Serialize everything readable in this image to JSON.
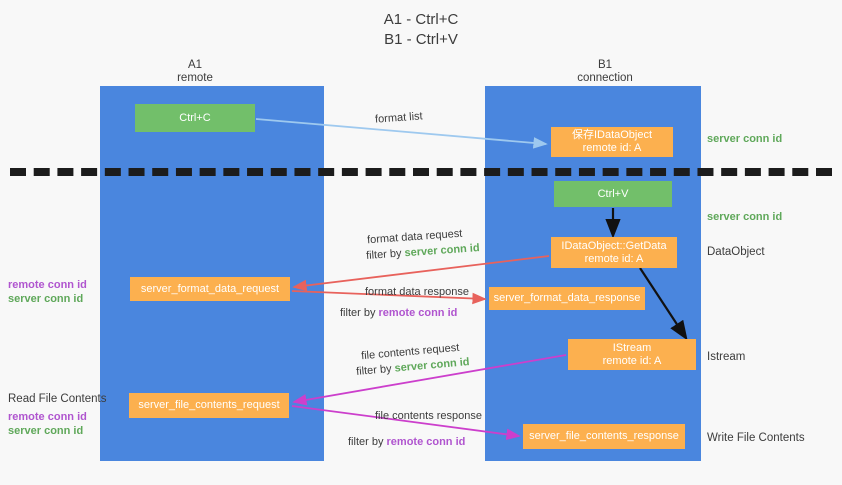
{
  "title": {
    "line1": "A1 - Ctrl+C",
    "line2": "B1 - Ctrl+V"
  },
  "columns": [
    {
      "id": "a1",
      "name": "A1",
      "role": "remote"
    },
    {
      "id": "b1",
      "name": "B1",
      "role": "connection"
    }
  ],
  "nodes": {
    "ctrl_c": {
      "label": "Ctrl+C",
      "color": "#72bf6a",
      "lane": "A1"
    },
    "save_idataobject": {
      "label": "保存IDataObject",
      "sub": "remote id: A",
      "color": "#fcb04f",
      "lane": "B1"
    },
    "ctrl_v": {
      "label": "Ctrl+V",
      "color": "#72bf6a",
      "lane": "B1"
    },
    "getdata": {
      "label": "IDataObject::GetData",
      "sub": "remote id: A",
      "color": "#fcb04f",
      "lane": "B1"
    },
    "istream": {
      "label": "IStream",
      "sub": "remote id: A",
      "color": "#fcb04f",
      "lane": "B1"
    },
    "server_format_data_request": {
      "label": "server_format_data_request",
      "color": "#fcb04f",
      "lane": "A1"
    },
    "server_format_data_response": {
      "label": "server_format_data_response",
      "color": "#fcb04f",
      "lane": "B1"
    },
    "server_file_contents_request": {
      "label": "server_file_contents_request",
      "color": "#fcb04f",
      "lane": "A1"
    },
    "server_file_contents_response": {
      "label": "server_file_contents_response",
      "color": "#fcb04f",
      "lane": "B1"
    }
  },
  "edges": {
    "format_list": {
      "label": "format list",
      "color": "#9ec9ef"
    },
    "format_data_request": {
      "label": "format data request",
      "filter_prefix": "filter by ",
      "filter_value": "server conn id",
      "color": "#e8625c"
    },
    "format_data_response": {
      "label": "format data response",
      "filter_prefix": "filter by ",
      "filter_value": "remote conn id",
      "color": "#e8625c"
    },
    "file_contents_request": {
      "label": "file contents request",
      "filter_prefix": "filter by ",
      "filter_value": "server conn id",
      "color": "#cc3fcc"
    },
    "file_contents_response": {
      "label": "file contents response",
      "filter_prefix": "filter by ",
      "filter_value": "remote conn id",
      "color": "#cc3fcc"
    }
  },
  "annotations": {
    "right": [
      {
        "id": "server-conn-id-top",
        "text": "server conn id",
        "kind": "server"
      },
      {
        "id": "server-conn-id-mid",
        "text": "server conn id",
        "kind": "server"
      },
      {
        "id": "dataobject",
        "text": "DataObject",
        "kind": "plain"
      },
      {
        "id": "istream",
        "text": "Istream",
        "kind": "plain"
      },
      {
        "id": "write-file-contents",
        "text": "Write File Contents",
        "kind": "plain"
      }
    ],
    "left": [
      {
        "id": "remote-conn-id-1",
        "text": "remote conn id",
        "kind": "remote"
      },
      {
        "id": "server-conn-id-1",
        "text": "server conn id",
        "kind": "server"
      },
      {
        "id": "read-file-contents",
        "text": "Read File Contents",
        "kind": "plain"
      },
      {
        "id": "remote-conn-id-2",
        "text": "remote conn id",
        "kind": "remote"
      },
      {
        "id": "server-conn-id-2",
        "text": "server conn id",
        "kind": "server"
      }
    ]
  },
  "colors": {
    "lane": "#4a86de",
    "green_node": "#72bf6a",
    "orange_node": "#fcb04f",
    "server_conn_id": "#5fa85a",
    "remote_conn_id": "#b055cf",
    "background": "#f8f8f8",
    "divider": "#1c1c1c",
    "arrow_blue": "#9ec9ef",
    "arrow_red": "#e8625c",
    "arrow_magenta": "#cc3fcc",
    "arrow_black": "#111111"
  }
}
